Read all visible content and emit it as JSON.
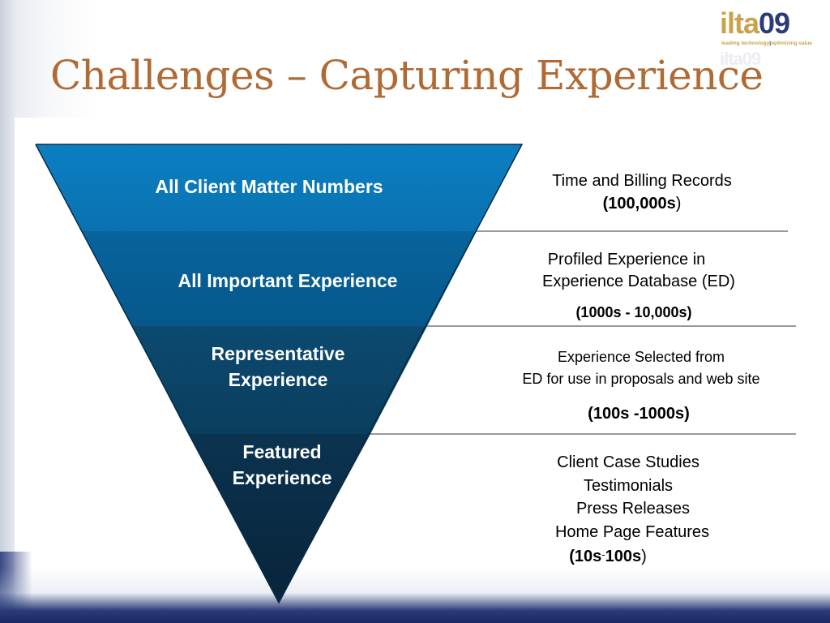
{
  "title": "Challenges – Capturing Experience",
  "logo": {
    "ilta": "ilta",
    "year": "09",
    "tagline_left": "leading technology",
    "tagline_sep": "|",
    "tagline_right": "optimizing value"
  },
  "colors": {
    "tier1": "#0a78b9",
    "tier2": "#065d92",
    "tier3": "#0b4466",
    "tier4": "#0a2c45",
    "title": "#b06a34",
    "bottom_bar": "#1c2a66"
  },
  "tiers": [
    {
      "label": "All Client Matter Numbers"
    },
    {
      "label": "All Important Experience"
    },
    {
      "label_line1": "Representative",
      "label_line2": "Experience"
    },
    {
      "label_line1": "Featured",
      "label_line2": "Experience"
    }
  ],
  "descriptions": [
    {
      "line1": "Time and Billing Records",
      "count_open": "(",
      "count_bold": "100,000s",
      "count_close": ")"
    },
    {
      "line1": "Profiled Experience in",
      "line2": "Experience Database (ED)",
      "count": "(1000s - 10,000s)"
    },
    {
      "line1": "Experience Selected from",
      "line2": "ED for use in proposals and web site",
      "count": "(100s -1000s)"
    },
    {
      "lines": [
        "Client Case Studies",
        "Testimonials",
        "Press Releases",
        "Home Page Features"
      ],
      "count_open": "(10s",
      "count_mid": "-",
      "count_bold": "100s",
      "count_close": ")"
    }
  ]
}
